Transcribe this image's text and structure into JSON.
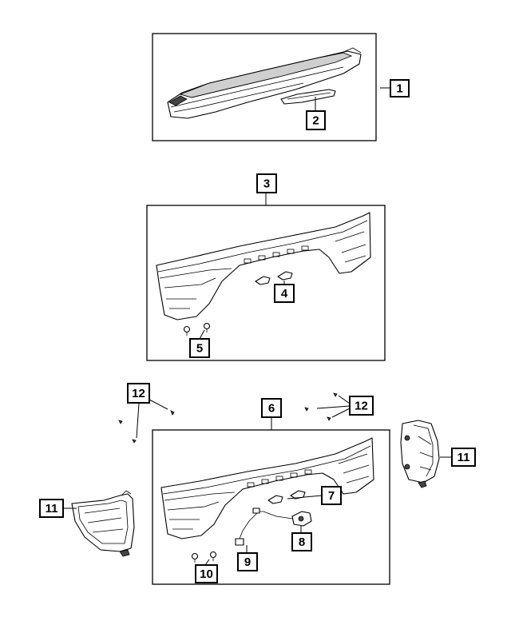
{
  "callouts": {
    "c1": "1",
    "c2": "2",
    "c3": "3",
    "c4": "4",
    "c5": "5",
    "c6": "6",
    "c7": "7",
    "c8": "8",
    "c9": "9",
    "c10": "10",
    "c11a": "11",
    "c11b": "11",
    "c12a": "12",
    "c12b": "12"
  }
}
